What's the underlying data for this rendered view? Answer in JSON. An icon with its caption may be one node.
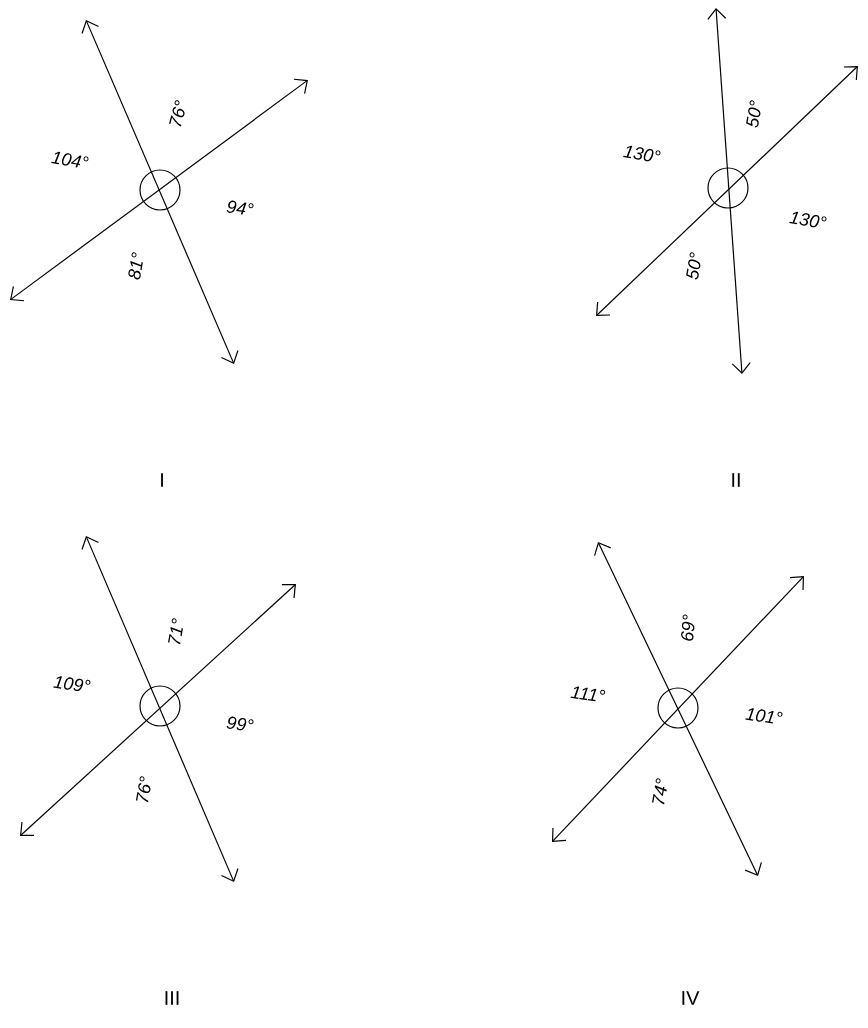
{
  "diagram": {
    "labels": [
      "76°",
      "104°",
      "94°",
      "81°",
      "I",
      "50°",
      "130°",
      "130°",
      "50°",
      "II",
      "71°",
      "109°",
      "99°",
      "76°",
      "III",
      "69°",
      "111°",
      "101°",
      "74°",
      "IV"
    ]
  }
}
